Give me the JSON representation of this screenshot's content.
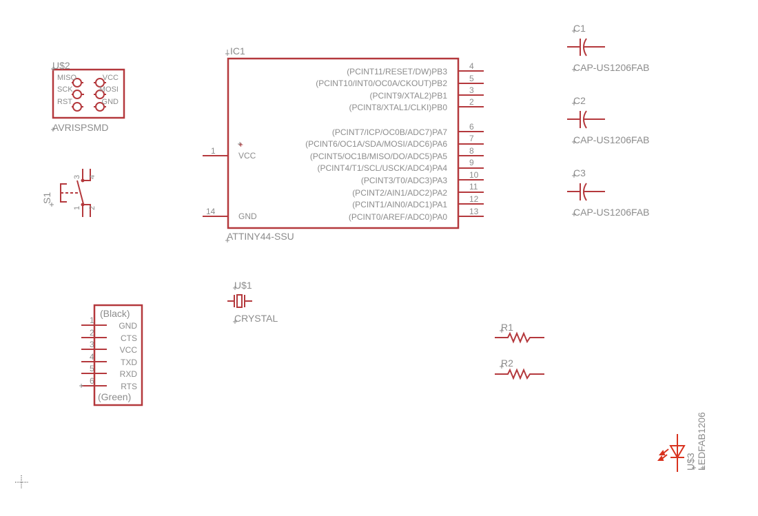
{
  "colors": {
    "wire": "#b4383c",
    "text": "#8c8c8c",
    "led": "#d8321e",
    "background": "#ffffff"
  },
  "components": {
    "usb2": {
      "name": "U$2",
      "value": "AVRISPSMD",
      "pins_left": [
        "MISO",
        "SCK",
        "RST"
      ],
      "pins_right": [
        "VCC",
        "MOSI",
        "GND"
      ]
    },
    "ic1": {
      "name": "IC1",
      "value": "ATTINY44-SSU",
      "left_pins": [
        {
          "num": "1",
          "label": "VCC",
          "mark": "+"
        },
        {
          "num": "14",
          "label": "GND"
        }
      ],
      "right_pins": [
        {
          "num": "4",
          "label": "(PCINT11/RESET/DW)PB3"
        },
        {
          "num": "5",
          "label": "(PCINT10/INT0/OC0A/CKOUT)PB2"
        },
        {
          "num": "3",
          "label": "(PCINT9/XTAL2)PB1"
        },
        {
          "num": "2",
          "label": "(PCINT8/XTAL1/CLKI)PB0"
        },
        {
          "num": "6",
          "label": "(PCINT7/ICP/OC0B/ADC7)PA7"
        },
        {
          "num": "7",
          "label": "(PCINT6/OC1A/SDA/MOSI/ADC6)PA6"
        },
        {
          "num": "8",
          "label": "(PCINT5/OC1B/MISO/DO/ADC5)PA5"
        },
        {
          "num": "9",
          "label": "(PCINT4/T1/SCL/USCK/ADC4)PA4"
        },
        {
          "num": "10",
          "label": "(PCINT3/T0/ADC3)PA3"
        },
        {
          "num": "11",
          "label": "(PCINT2/AIN1/ADC2)PA2"
        },
        {
          "num": "12",
          "label": "(PCINT1/AIN0/ADC1)PA1"
        },
        {
          "num": "13",
          "label": "(PCINT0/AREF/ADC0)PA0"
        }
      ]
    },
    "s1": {
      "name": "S1",
      "pins": [
        "1",
        "2",
        "3",
        "4"
      ]
    },
    "c1": {
      "name": "C1",
      "value": "CAP-US1206FAB"
    },
    "c2": {
      "name": "C2",
      "value": "CAP-US1206FAB"
    },
    "c3": {
      "name": "C3",
      "value": "CAP-US1206FAB"
    },
    "usb1": {
      "name": "U$1",
      "value": "CRYSTAL"
    },
    "ftdi": {
      "top_label": "(Black)",
      "bottom_label": "(Green)",
      "pins": [
        {
          "num": "1",
          "label": "GND"
        },
        {
          "num": "2",
          "label": "CTS"
        },
        {
          "num": "3",
          "label": "VCC"
        },
        {
          "num": "4",
          "label": "TXD"
        },
        {
          "num": "5",
          "label": "RXD"
        },
        {
          "num": "6",
          "label": "RTS"
        }
      ]
    },
    "r1": {
      "name": "R1"
    },
    "r2": {
      "name": "R2"
    },
    "usb3": {
      "name": "U$3",
      "value": "LEDFAB1206"
    }
  }
}
